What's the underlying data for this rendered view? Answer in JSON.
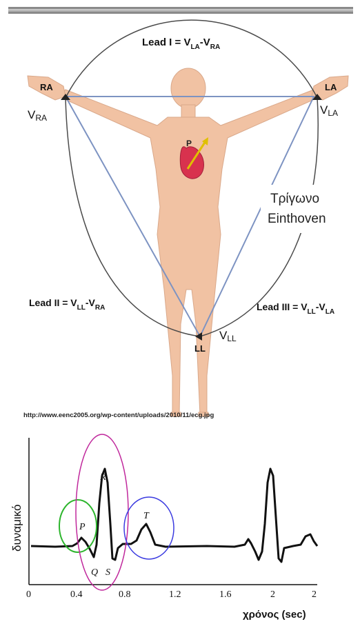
{
  "einthoven": {
    "lead_i_label": "Lead I = V",
    "lead_i_sub1": "LA",
    "lead_i_mid": "-V",
    "lead_i_sub2": "RA",
    "lead_ii_label": "Lead II = V",
    "lead_ii_sub1": "LL",
    "lead_ii_mid": "-V",
    "lead_ii_sub2": "RA",
    "lead_iii_label": "Lead III = V",
    "lead_iii_sub1": "LL",
    "lead_iii_mid": "-V",
    "lead_iii_sub2": "LA",
    "ra": "RA",
    "la": "LA",
    "ll": "LL",
    "v_ra_main": "V",
    "v_ra_sub": "RA",
    "v_la_main": "V",
    "v_la_sub": "LA",
    "v_ll_main": "V",
    "v_ll_sub": "LL",
    "p_marker": "P",
    "triangle_name_line1": "Τρίγωνο",
    "triangle_name_line2": "Einthoven",
    "url": "http://www.eenc2005.org/wp-content/uploads/2010/11/ecg.jpg"
  },
  "ecg": {
    "ylabel": "δυναμικό",
    "xlabel": "χρόνος (sec)",
    "ticks": [
      "0",
      "0.4",
      "0.8",
      "1.2",
      "1.6",
      "2",
      "2"
    ],
    "wave_labels": {
      "P": "P",
      "R": "R",
      "T": "T",
      "Q": "Q",
      "S": "S"
    },
    "highlight_colors": {
      "P": "#2db52d",
      "QRS": "#c0289c",
      "T": "#3a3ae0"
    }
  },
  "colors": {
    "triangle": "#7d93c2",
    "circle": "#4a4a4a",
    "skin": "#f1c2a3",
    "heart": "#d8324e",
    "arrow": "#e0c000"
  }
}
